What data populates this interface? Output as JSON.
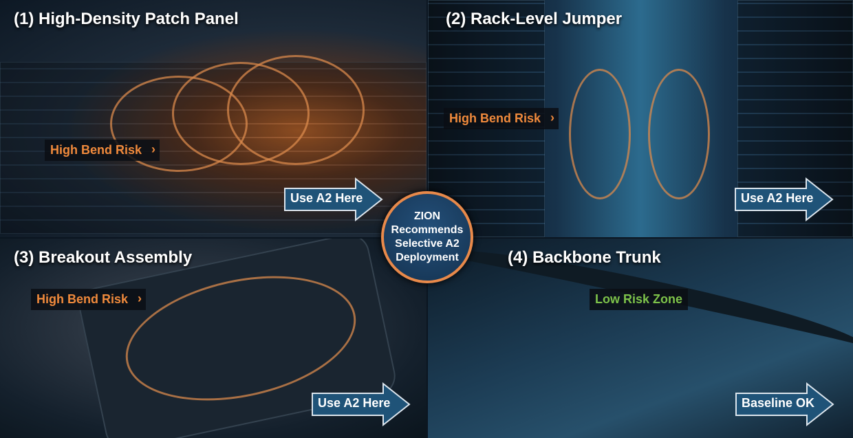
{
  "panels": [
    {
      "title": "(1) High-Density Patch Panel",
      "label": "High Bend Risk",
      "label_type": "high",
      "arrow": "Use A2 Here"
    },
    {
      "title": "(2) Rack-Level Jumper",
      "label": "High Bend Risk",
      "label_type": "high",
      "arrow": "Use A2 Here"
    },
    {
      "title": "(3) Breakout Assembly",
      "label": "High Bend Risk",
      "label_type": "high",
      "arrow": "Use A2 Here"
    },
    {
      "title": "(4) Backbone Trunk",
      "label": "Low Risk Zone",
      "label_type": "low",
      "arrow": "Baseline OK"
    }
  ],
  "badge": {
    "lines": [
      "ZION",
      "Recommends",
      "Selective A2",
      "Deployment"
    ]
  },
  "colors": {
    "high_risk": "#f08a3c",
    "low_risk": "#7dc24a",
    "arrow_fill": "#1f5378",
    "badge_border": "#e8894a"
  }
}
